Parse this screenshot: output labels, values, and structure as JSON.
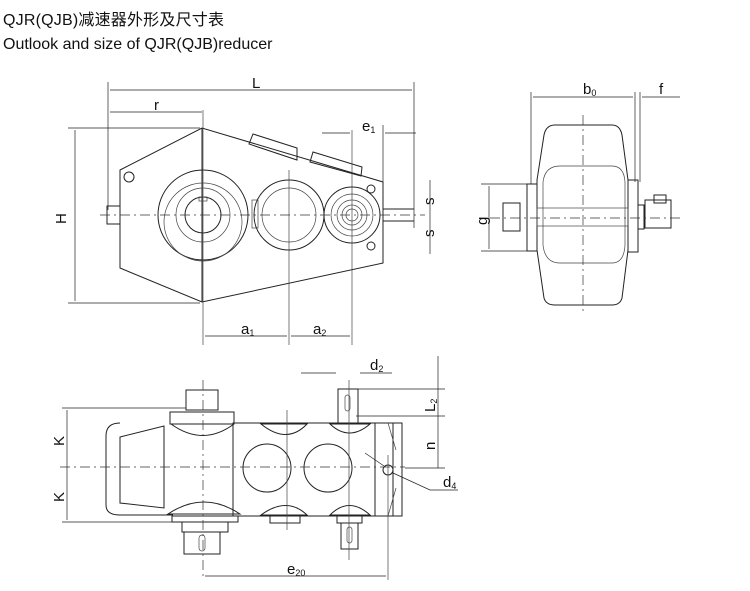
{
  "header": {
    "title_cn": "QJR(QJB)减速器外形及尺寸表",
    "title_en": "Outlook and size of QJR(QJB)reducer"
  },
  "front_view": {
    "labels": {
      "L": "L",
      "r": "r",
      "H": "H",
      "e1": "e",
      "e1_sub": "1",
      "s_top": "s",
      "s_bottom": "s",
      "a1": "a",
      "a1_sub": "1",
      "a2": "a",
      "a2_sub": "2"
    }
  },
  "side_view": {
    "labels": {
      "b0": "b",
      "b0_sub": "0",
      "f": "f",
      "g": "g"
    }
  },
  "top_view": {
    "labels": {
      "d2": "d",
      "d2_sub": "2",
      "L2": "L",
      "L2_sub": "2",
      "n": "n",
      "d4": "d",
      "d4_sub": "4",
      "K_top": "K",
      "K_bottom": "K",
      "e20": "e",
      "e20_sub": "20"
    }
  }
}
